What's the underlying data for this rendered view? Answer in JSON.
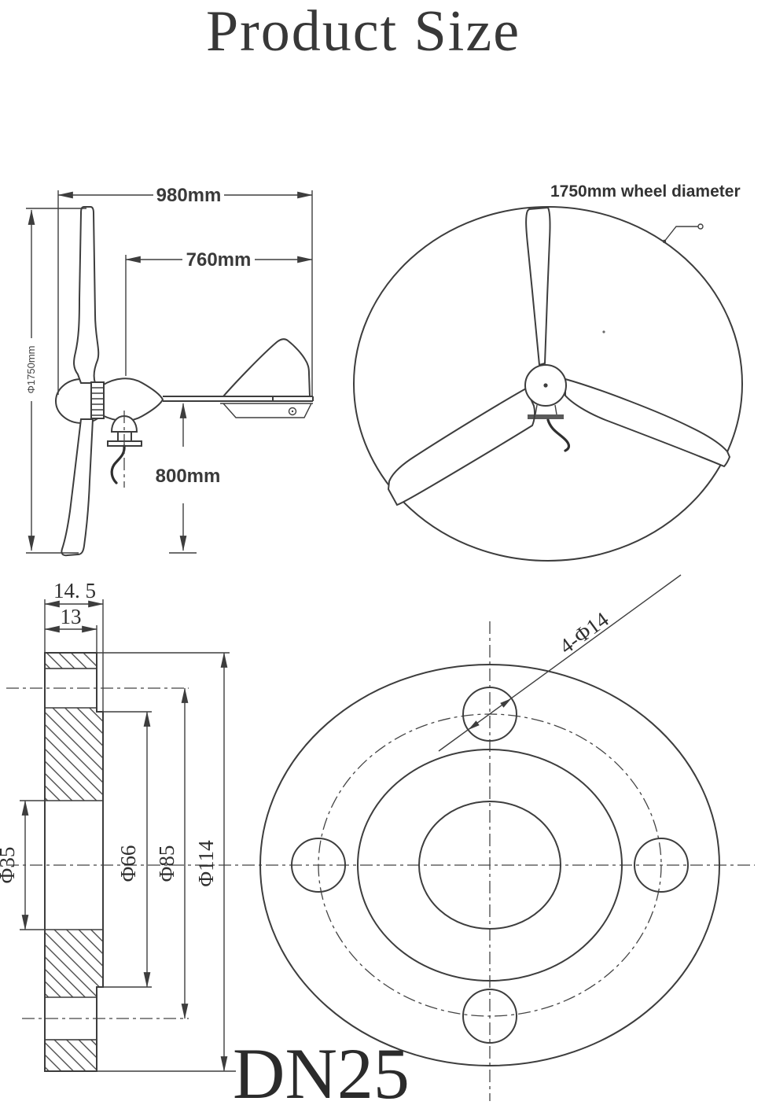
{
  "title": {
    "text": "Product Size",
    "color": "#2b6e90"
  },
  "side_view": {
    "dim_overall_width": "980mm",
    "dim_tail_length": "760mm",
    "dim_mount_height": "800mm",
    "dim_rotor_diameter": "Φ1750mm"
  },
  "front_view": {
    "label": "1750mm wheel diameter"
  },
  "flange_section": {
    "dim_overall_thickness": "14. 5",
    "dim_disc_thickness": "13",
    "dia_bore": "Φ35",
    "dia_raised_face": "Φ66",
    "dia_bolt_circle": "Φ85",
    "dia_outer": "Φ114"
  },
  "flange_front": {
    "bolt_hole_callout": "4-Φ14",
    "nominal_size": "DN25"
  },
  "colors": {
    "line": "#3d3d3d"
  }
}
